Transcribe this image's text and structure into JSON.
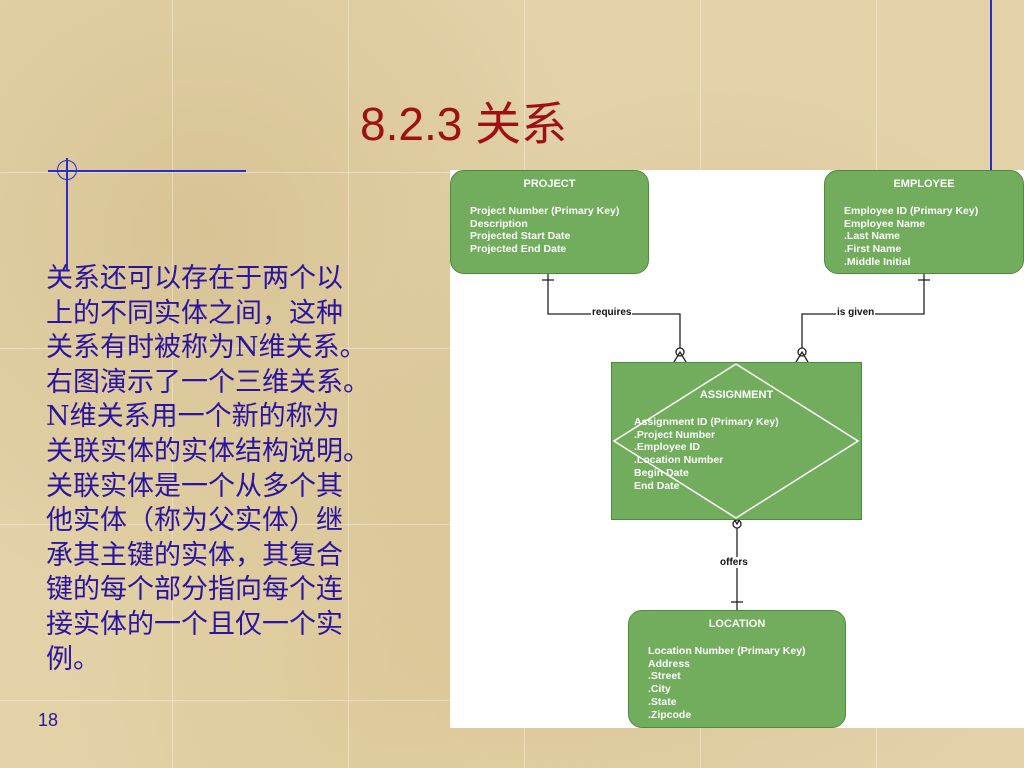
{
  "slide": {
    "title": "8.2.3 关系",
    "body": "关系还可以存在于两个以\n上的不同实体之间，这种\n关系有时被称为N维关系。\n右图演示了一个三维关系。\nN维关系用一个新的称为\n关联实体的实体结构说明。\n关联实体是一个从多个其\n他实体（称为父实体）继\n承其主键的实体，其复合\n键的每个部分指向每个连\n接实体的一个且仅一个实\n例。",
    "page_number": "18"
  },
  "diagram": {
    "entities": {
      "project": {
        "name": "PROJECT",
        "attributes": [
          "Project Number (Primary Key)",
          "Description",
          "Projected Start Date",
          "Projected End Date"
        ]
      },
      "employee": {
        "name": "EMPLOYEE",
        "attributes": [
          "Employee ID (Primary Key)",
          "Employee Name",
          ".Last Name",
          ".First Name",
          ".Middle Initial"
        ]
      },
      "assignment": {
        "name": "ASSIGNMENT",
        "attributes": [
          "Assignment ID (Primary Key)",
          ".Project Number",
          ".Employee ID",
          ".Location Number",
          "Begin Date",
          "End Date"
        ]
      },
      "location": {
        "name": "LOCATION",
        "attributes": [
          "Location Number (Primary Key)",
          "Address",
          ".Street",
          ".City",
          ".State",
          ".Zipcode"
        ]
      }
    },
    "relationships": {
      "requires": "requires",
      "is_given": "is given",
      "offers": "offers"
    },
    "colors": {
      "entity_fill": "#72ad5d",
      "title": "#a01010",
      "body_text": "#2a14a0",
      "decoration": "#2c2ccc"
    }
  }
}
